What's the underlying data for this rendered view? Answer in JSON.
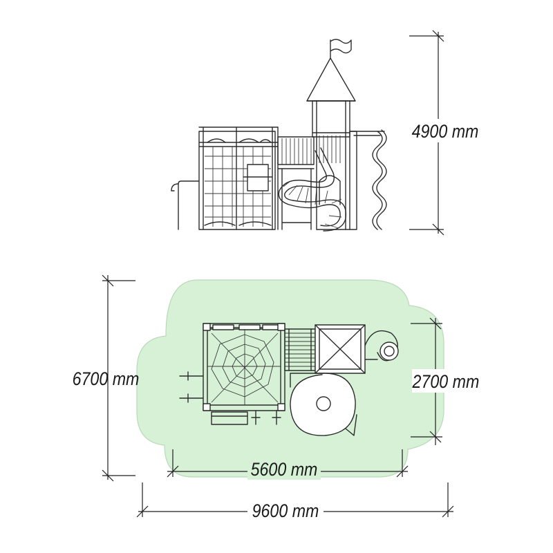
{
  "diagram": {
    "elevation_view": {
      "height_label": "4900 mm"
    },
    "plan_view": {
      "width_total_label": "9600 mm",
      "width_structure_label": "5600 mm",
      "depth_total_label": "6700 mm",
      "depth_structure_label": "2700 mm"
    },
    "colors": {
      "safety_zone": "#d6f1d6",
      "linework": "#2b2b2b",
      "background": "#ffffff"
    }
  }
}
